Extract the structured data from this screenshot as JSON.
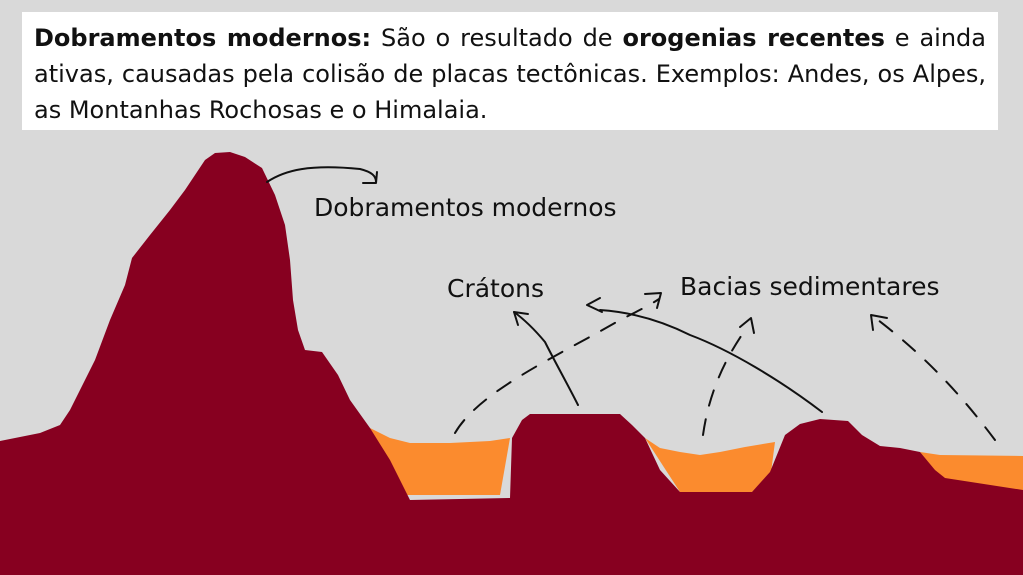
{
  "definition": {
    "term": "Dobramentos modernos:",
    "text_1": " São o resultado de ",
    "emphasis": "orogenias recentes",
    "text_2": " e ainda ativas, causadas pela colisão de placas tectônicas. Exemplos: Andes, os Alpes, as Montanhas Rochosas e o Himalaia."
  },
  "labels": {
    "modern_folds": "Dobramentos modernos",
    "cratons": "Crátons",
    "sedimentary_basins": "Bacias sedimentares"
  },
  "colors": {
    "background": "#d9d9d9",
    "terrain": "#870020",
    "sediment": "#fb8b2e",
    "arrows": "#111111"
  }
}
